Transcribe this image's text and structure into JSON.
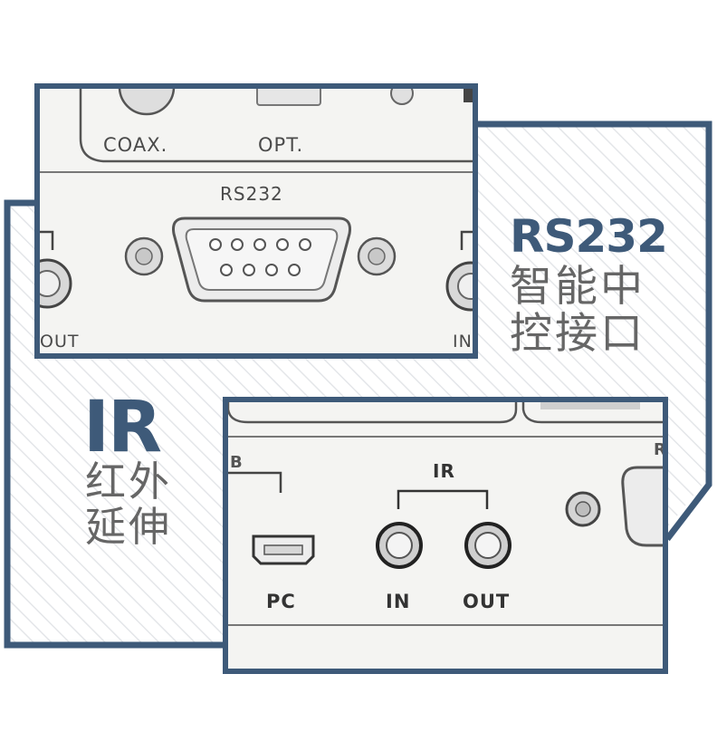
{
  "colors": {
    "frame": "#3e5a79",
    "panel_bg": "#f4f4f2",
    "caption_gray": "#666666",
    "hatch": "#e4e6e9"
  },
  "rs232_block": {
    "heading": "RS232",
    "caption_line1": "智能中",
    "caption_line2": "控接口"
  },
  "ir_block": {
    "heading": "IR",
    "caption_line1": "红外",
    "caption_line2": "延伸"
  },
  "top_panel": {
    "coax_label": "COAX.",
    "opt_label": "OPT.",
    "rs232_label": "RS232",
    "out_label": "OUT",
    "in_label": "IN"
  },
  "bottom_panel": {
    "ir_label": "IR",
    "pc_label": "PC",
    "in_label": "IN",
    "out_label": "OUT"
  }
}
